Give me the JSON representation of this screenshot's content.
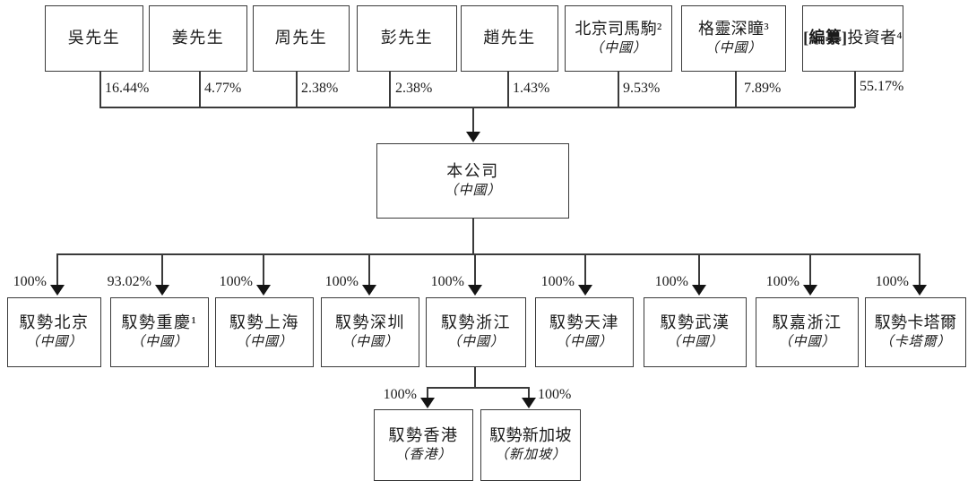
{
  "company": {
    "name": "本公司",
    "region": "（中國）"
  },
  "shareholders": [
    {
      "name": "吳先生",
      "pct": "16.44%"
    },
    {
      "name": "姜先生",
      "pct": "4.77%"
    },
    {
      "name": "周先生",
      "pct": "2.38%"
    },
    {
      "name": "彭先生",
      "pct": "2.38%"
    },
    {
      "name": "趙先生",
      "pct": "1.43%"
    },
    {
      "name": "北京司馬駒²",
      "region": "（中國）",
      "pct": "9.53%"
    },
    {
      "name": "格靈深瞳³",
      "region": "（中國）",
      "pct": "7.89%"
    },
    {
      "name_prefix": "[編纂]",
      "name": "投資者⁴",
      "pct": "55.17%"
    }
  ],
  "subsidiaries": [
    {
      "name": "馭勢北京",
      "region": "（中國）",
      "pct": "100%"
    },
    {
      "name": "馭勢重慶¹",
      "region": "（中國）",
      "pct": "93.02%"
    },
    {
      "name": "馭勢上海",
      "region": "（中國）",
      "pct": "100%"
    },
    {
      "name": "馭勢深圳",
      "region": "（中國）",
      "pct": "100%"
    },
    {
      "name": "馭勢浙江",
      "region": "（中國）",
      "pct": "100%"
    },
    {
      "name": "馭勢天津",
      "region": "（中國）",
      "pct": "100%"
    },
    {
      "name": "馭勢武漢",
      "region": "（中國）",
      "pct": "100%"
    },
    {
      "name": "馭嘉浙江",
      "region": "（中國）",
      "pct": "100%"
    },
    {
      "name": "馭勢卡塔爾",
      "region": "（卡塔爾）",
      "pct": "100%"
    }
  ],
  "zhejiang_children": [
    {
      "name": "馭勢香港",
      "region": "（香港）",
      "pct": "100%"
    },
    {
      "name": "馭勢新加坡",
      "region": "（新加坡）",
      "pct": "100%"
    }
  ],
  "colors": {
    "line": "#3a3a3a",
    "text": "#1b1b1b",
    "background": "#ffffff"
  }
}
